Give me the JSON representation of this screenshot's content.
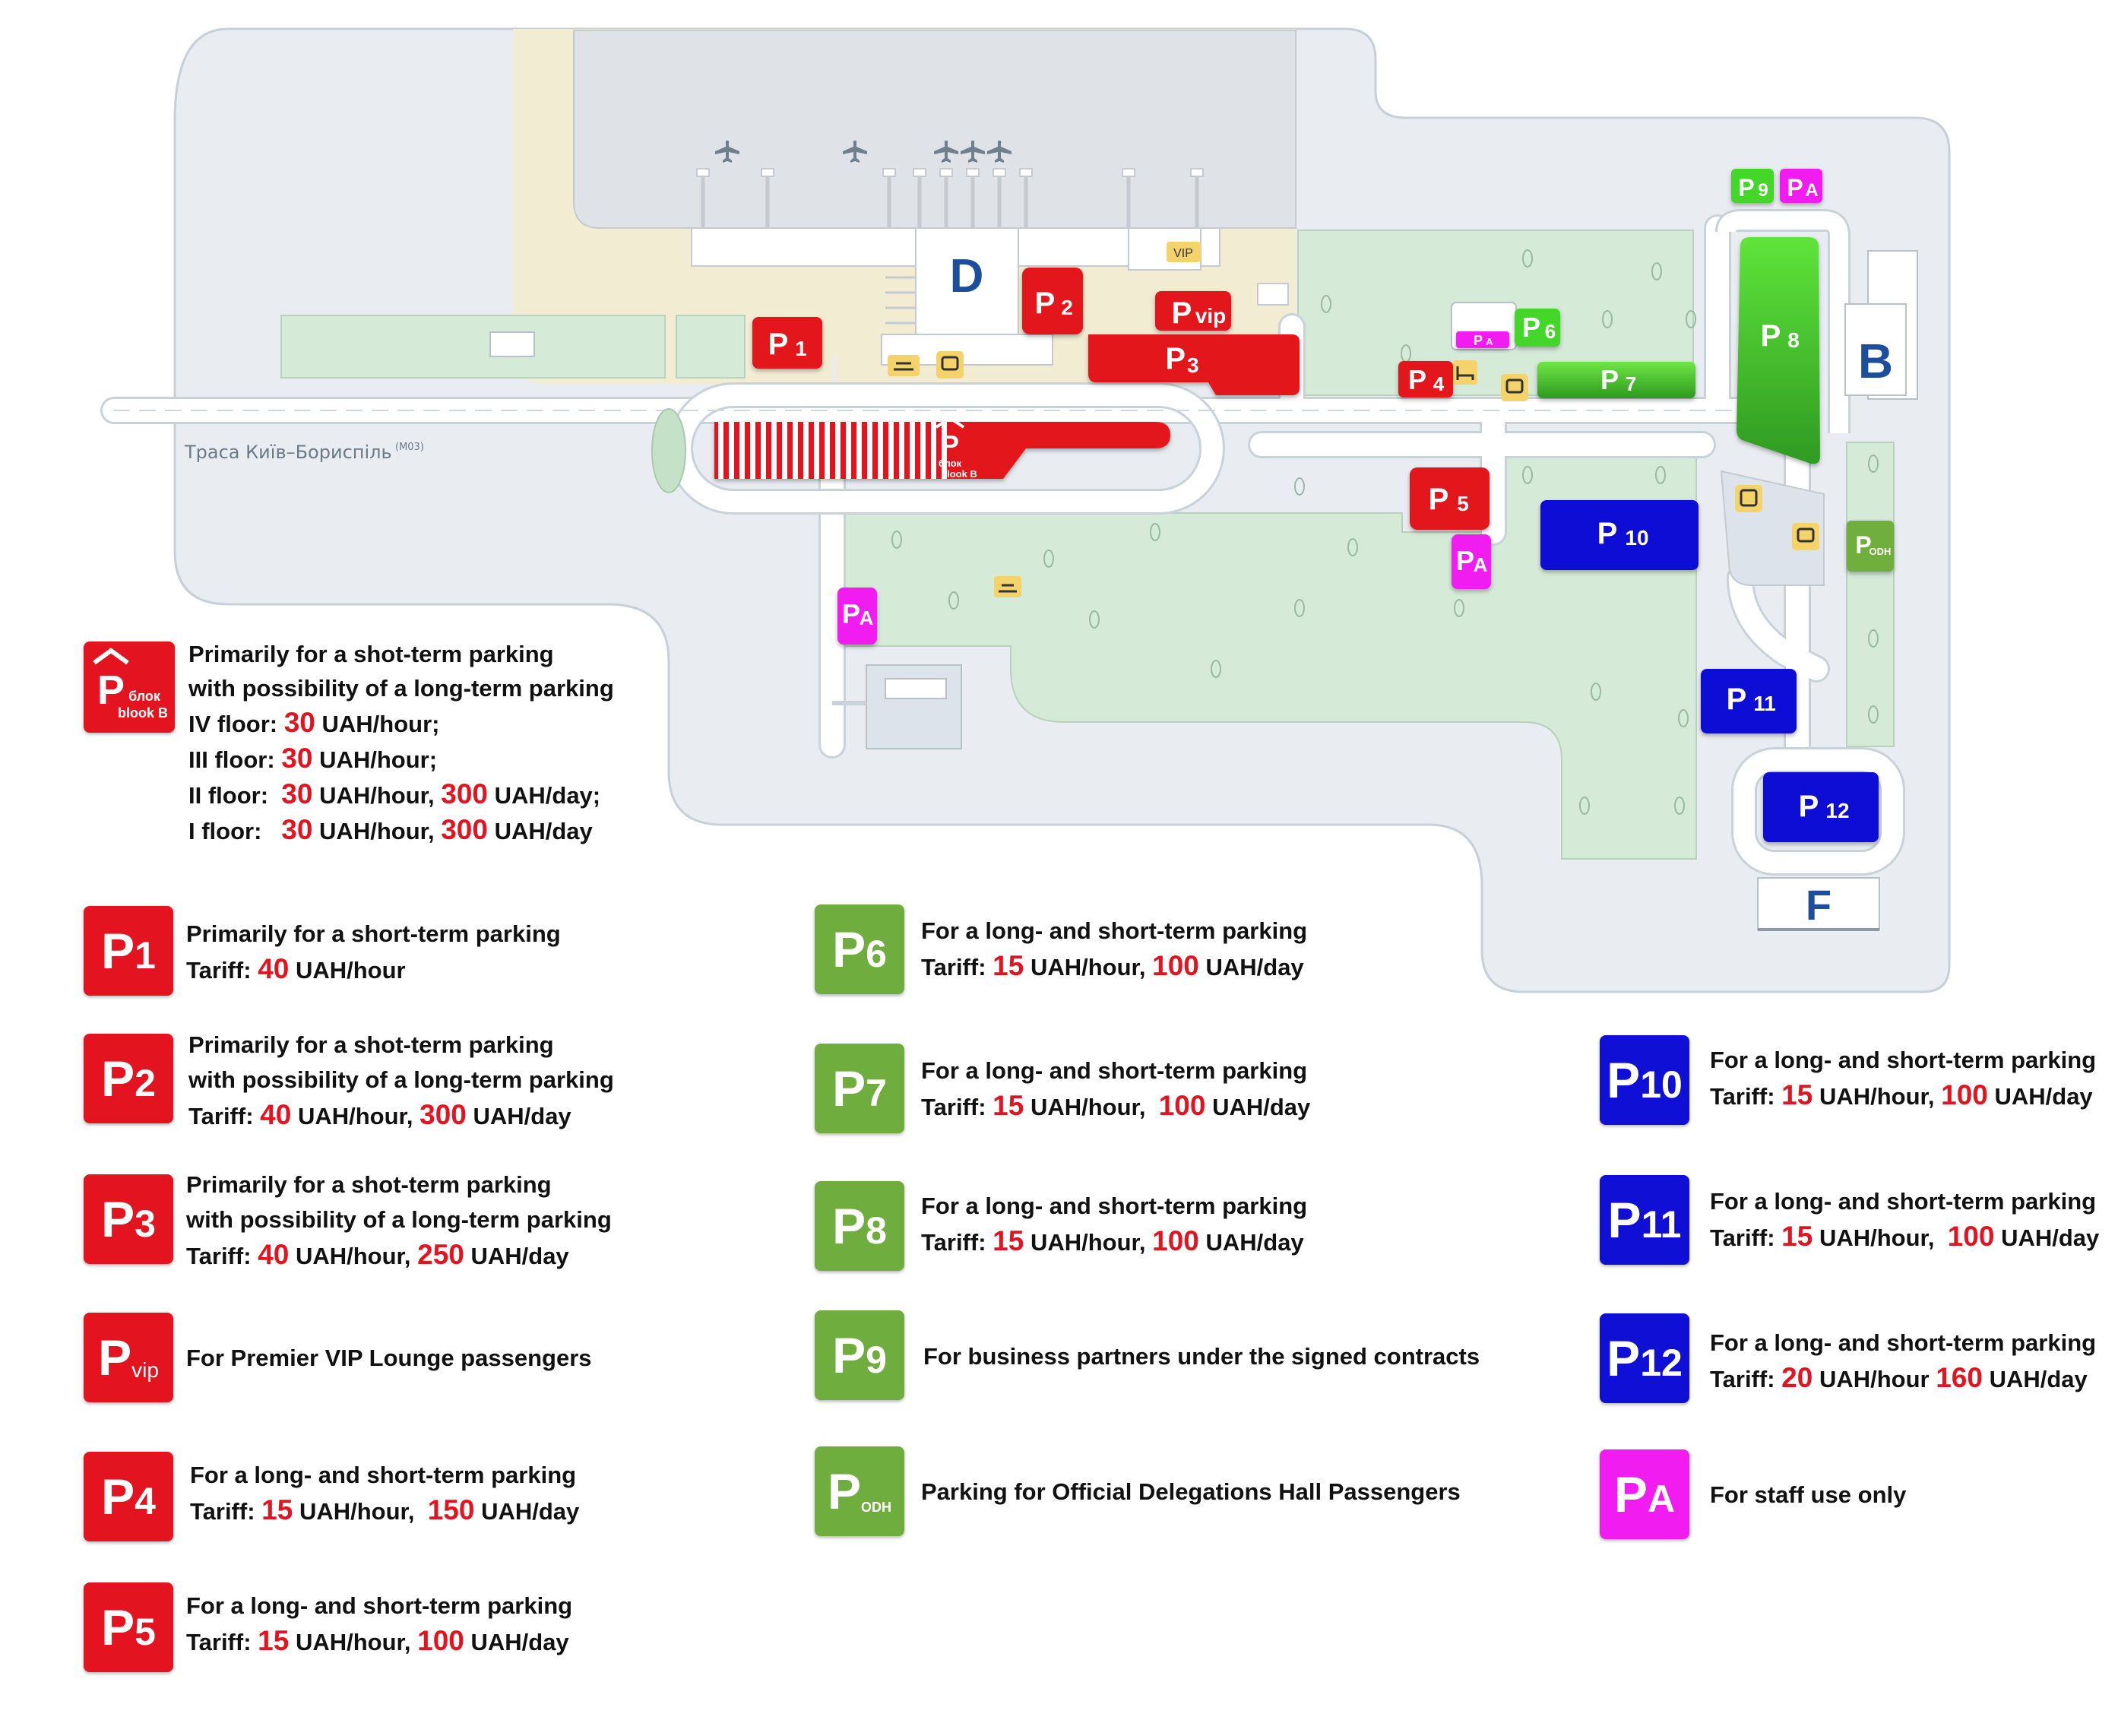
{
  "colors": {
    "red": "#e3141f",
    "green": "#6fae3e",
    "bright_green": "#44d62c",
    "blue": "#0f0fd6",
    "magenta": "#f01cf0",
    "terminal": "#e1e4e8",
    "apron": "#f2ecd2",
    "grass": "#d6ead8",
    "building_letter": "#1d4e9c"
  },
  "map": {
    "road_label": "Траса Київ–Бориспіль",
    "road_code": "(M03)",
    "terminal_d": "D",
    "terminal_b": "B",
    "terminal_f": "F",
    "vip_sign": "VIP",
    "block_b_line1": "блок",
    "block_b_line2": "blook B",
    "markers": {
      "p1": {
        "main": "P",
        "sub": "1"
      },
      "p2": {
        "main": "P",
        "sub": "2"
      },
      "p3": {
        "main": "P",
        "sub": "3"
      },
      "pvip": {
        "main": "P",
        "sub": "vip"
      },
      "p4": {
        "main": "P",
        "sub": "4"
      },
      "p5": {
        "main": "P",
        "sub": "5"
      },
      "p6": {
        "main": "P",
        "sub": "6"
      },
      "p7": {
        "main": "P",
        "sub": "7"
      },
      "p8": {
        "main": "P",
        "sub": "8"
      },
      "p9": {
        "main": "P",
        "sub": "9"
      },
      "pa_top": {
        "main": "P",
        "sub": "A"
      },
      "pa_small": {
        "main": "P",
        "sub": "A"
      },
      "pa_mid": {
        "main": "P",
        "sub": "A"
      },
      "pa_left": {
        "main": "P",
        "sub": "A"
      },
      "p10": {
        "main": "P",
        "sub": "10"
      },
      "p11": {
        "main": "P",
        "sub": "11"
      },
      "p12": {
        "main": "P",
        "sub": "12"
      },
      "podh": {
        "main": "P",
        "sub": "ODH"
      }
    },
    "icons": [
      "airplane-icon",
      "bus-icon",
      "taxi-icon",
      "shuttle-icon",
      "hotel-icon",
      "car-rental-icon"
    ]
  },
  "legend": {
    "block_b": {
      "badge_line1": "блок",
      "badge_line2": "blook B",
      "line1": "Primarily for a shot-term parking",
      "line2": "with possibility of a long-term parking",
      "floor4_label": "IV floor:",
      "floor4_price": "30",
      "floor4_unit": "UAH/hour;",
      "floor3_label": "III floor:",
      "floor3_price": "30",
      "floor3_unit": "UAH/hour;",
      "floor2_label": "II floor:",
      "floor2_price1": "30",
      "floor2_unit1": "UAH/hour,",
      "floor2_price2": "300",
      "floor2_unit2": "UAH/day;",
      "floor1_label": "I floor:",
      "floor1_price1": "30",
      "floor1_unit1": "UAH/hour,",
      "floor1_price2": "300",
      "floor1_unit2": "UAH/day"
    },
    "p1": {
      "badge": "P",
      "badge_sub": "1",
      "line1": "Primarily for a short-term parking",
      "tariff_label": "Tariff:",
      "price1": "40",
      "unit1": "UAH/hour"
    },
    "p2": {
      "badge": "P",
      "badge_sub": "2",
      "line1": "Primarily for a shot-term parking",
      "line2": "with possibility of a long-term parking",
      "tariff_label": "Tariff:",
      "price1": "40",
      "unit1": "UAH/hour,",
      "price2": "300",
      "unit2": "UAH/day"
    },
    "p3": {
      "badge": "P",
      "badge_sub": "3",
      "line1": "Primarily for a shot-term parking",
      "line2": "with possibility of a long-term parking",
      "tariff_label": "Tariff:",
      "price1": "40",
      "unit1": "UAH/hour,",
      "price2": "250",
      "unit2": "UAH/day"
    },
    "pvip": {
      "badge": "P",
      "badge_sub": "vip",
      "line1": "For Premier VIP Lounge passengers"
    },
    "p4": {
      "badge": "P",
      "badge_sub": "4",
      "line1": "For a long- and short-term parking",
      "tariff_label": "Tariff:",
      "price1": "15",
      "unit1": "UAH/hour,",
      "price2": "150",
      "unit2": "UAH/day"
    },
    "p5": {
      "badge": "P",
      "badge_sub": "5",
      "line1": "For a long- and short-term parking",
      "tariff_label": "Tariff:",
      "price1": "15",
      "unit1": "UAH/hour,",
      "price2": "100",
      "unit2": "UAH/day"
    },
    "p6": {
      "badge": "P",
      "badge_sub": "6",
      "line1": "For a long- and short-term parking",
      "tariff_label": "Tariff:",
      "price1": "15",
      "unit1": "UAH/hour,",
      "price2": "100",
      "unit2": "UAH/day"
    },
    "p7": {
      "badge": "P",
      "badge_sub": "7",
      "line1": "For a long- and short-term parking",
      "tariff_label": "Tariff:",
      "price1": "15",
      "unit1": "UAH/hour,",
      "price2": "100",
      "unit2": "UAH/day"
    },
    "p8": {
      "badge": "P",
      "badge_sub": "8",
      "line1": "For a long- and short-term parking",
      "tariff_label": "Tariff:",
      "price1": "15",
      "unit1": "UAH/hour,",
      "price2": "100",
      "unit2": "UAH/day"
    },
    "p9": {
      "badge": "P",
      "badge_sub": "9",
      "line1": "For business partners under the signed contracts"
    },
    "podh": {
      "badge": "P",
      "badge_sub": "ODH",
      "line1": "Parking for Official Delegations Hall Passengers"
    },
    "p10": {
      "badge": "P",
      "badge_sub": "10",
      "line1": "For a long- and short-term parking",
      "tariff_label": "Tariff:",
      "price1": "15",
      "unit1": "UAH/hour,",
      "price2": "100",
      "unit2": "UAH/day"
    },
    "p11": {
      "badge": "P",
      "badge_sub": "11",
      "line1": "For a long- and short-term parking",
      "tariff_label": "Tariff:",
      "price1": "15",
      "unit1": "UAH/hour,",
      "price2": "100",
      "unit2": "UAH/day"
    },
    "p12": {
      "badge": "P",
      "badge_sub": "12",
      "line1": "For a long- and short-term parking",
      "tariff_label": "Tariff:",
      "price1": "20",
      "unit1": "UAH/hour",
      "price2": "160",
      "unit2": "UAH/day"
    },
    "pa": {
      "badge": "P",
      "badge_sub": "A",
      "line1": "For staff use only"
    }
  }
}
